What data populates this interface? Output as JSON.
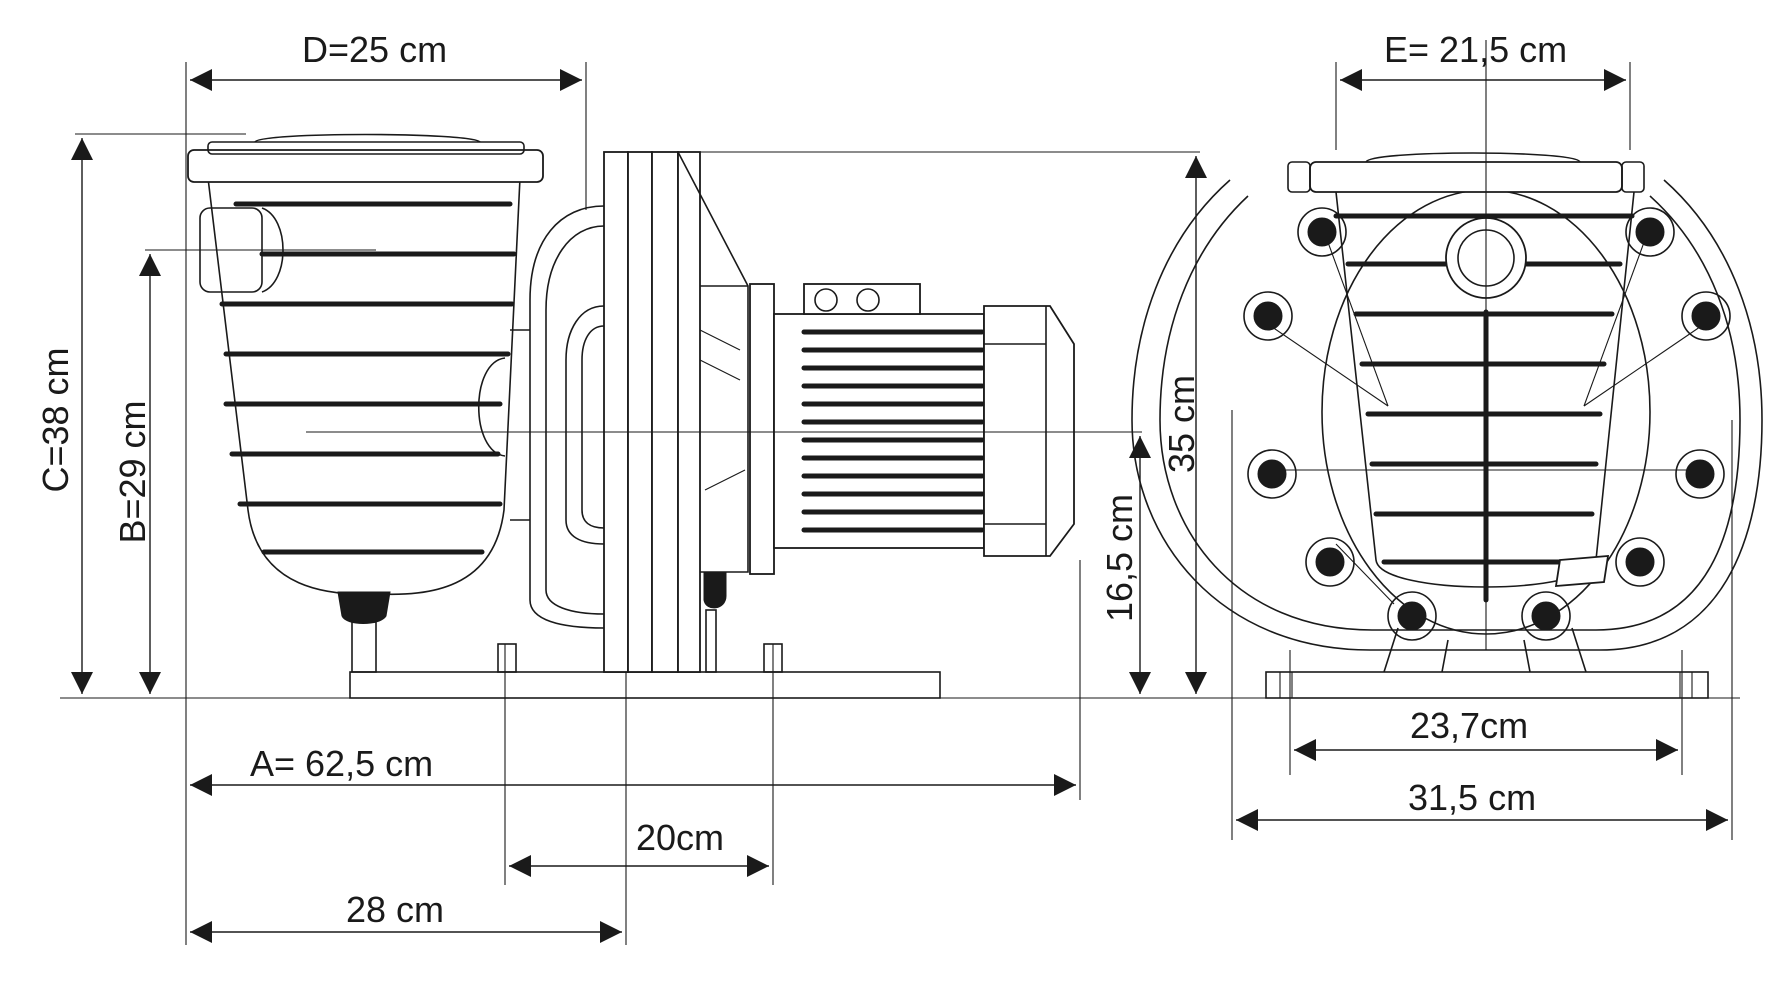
{
  "colors": {
    "ink": "#1a1a1a",
    "paper": "#ffffff"
  },
  "labels": {
    "d": "D=25 cm",
    "e": "E= 21,5 cm",
    "c": "C=38 cm",
    "b": "B=29 cm",
    "h35": "35 cm",
    "h165": "16,5 cm",
    "a": "A= 62,5 cm",
    "w20": "20cm",
    "w28": "28 cm",
    "w237": "23,7cm",
    "w315": "31,5 cm"
  }
}
